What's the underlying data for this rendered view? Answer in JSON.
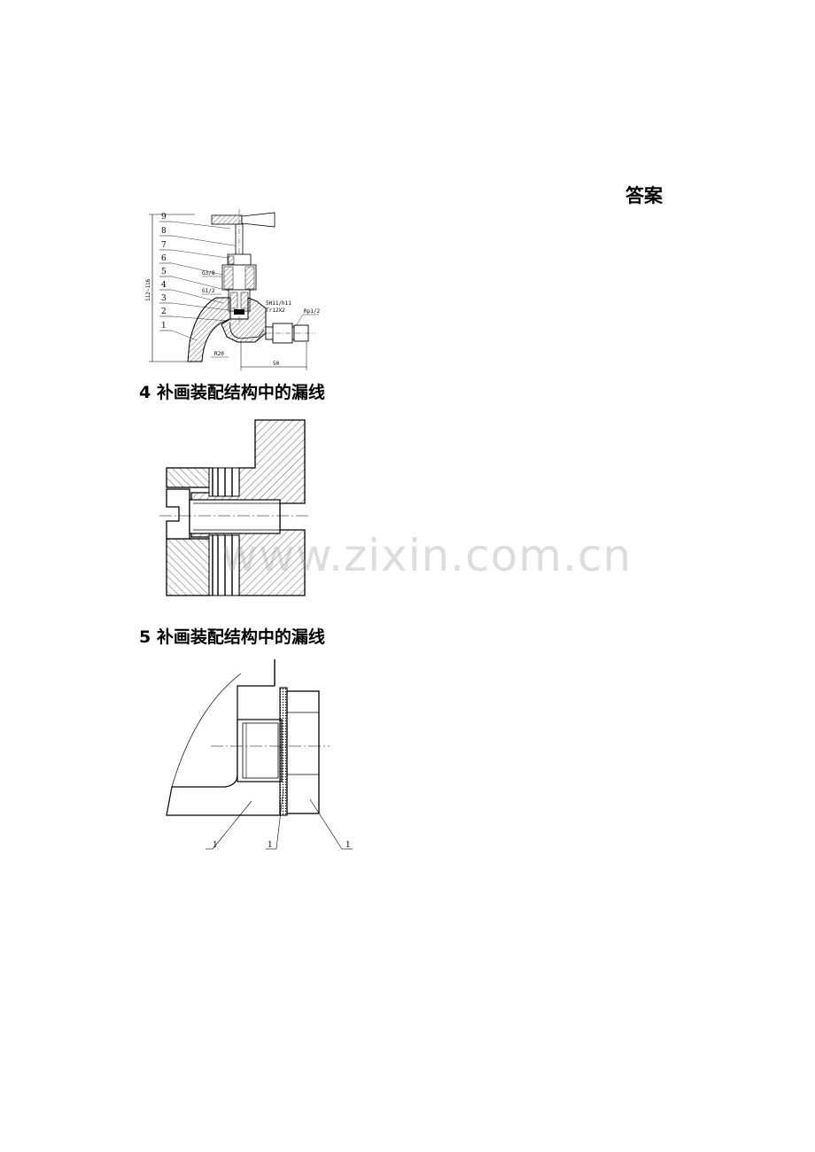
{
  "answer_label": "答案",
  "faucet_drawing": {
    "part_numbers": [
      "9",
      "8",
      "7",
      "6",
      "5",
      "4",
      "3",
      "2",
      "1"
    ],
    "annotations": {
      "g38": "G3/8",
      "g12": "G1/2",
      "fit": "5H11/h11",
      "thread": "Tr12X2",
      "rp": "Rp1/2",
      "radius": "R20",
      "width": "50",
      "height": "112~116"
    }
  },
  "question4": {
    "title": "4 补画装配结构中的漏线"
  },
  "question5": {
    "title": "5 补画装配结构中的漏线",
    "leader_labels": [
      "1",
      "1",
      "1"
    ]
  },
  "watermark": "www.zixin.com.cn"
}
